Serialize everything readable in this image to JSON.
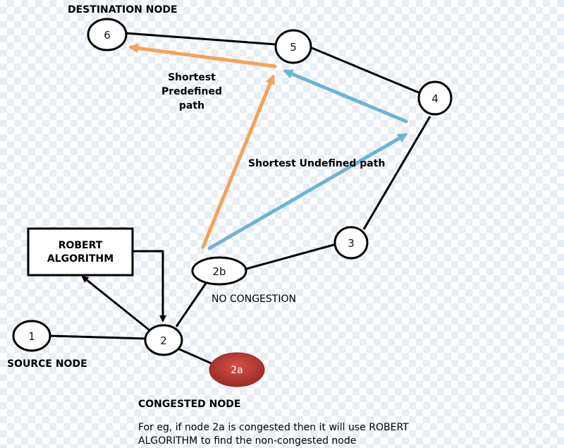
{
  "nodes": {
    "n1": "1",
    "n2": "2",
    "n2a": "2a",
    "n2b": "2b",
    "n3": "3",
    "n4": "4",
    "n5": "5",
    "n6": "6"
  },
  "labels": {
    "destination_node": "DESTINATION NODE",
    "source_node": "SOURCE NODE",
    "congested_node": "CONGESTED NODE",
    "no_congestion": "NO CONGESTION",
    "shortest_undefined": "Shortest Undefined path",
    "shortest_predefined": [
      "Shortest",
      "Predefined",
      "path"
    ],
    "robert_algorithm": [
      "ROBERT",
      "ALGORITHM"
    ],
    "footnote": [
      "For eg, if node 2a is congested then it will use ROBERT",
      "ALGORITHM to find the non-congested node"
    ]
  },
  "colors": {
    "predefined_path": "#f4a25a",
    "undefined_path": "#6bb4d6",
    "congested_fill": "#b93a35",
    "edge": "#000000"
  }
}
